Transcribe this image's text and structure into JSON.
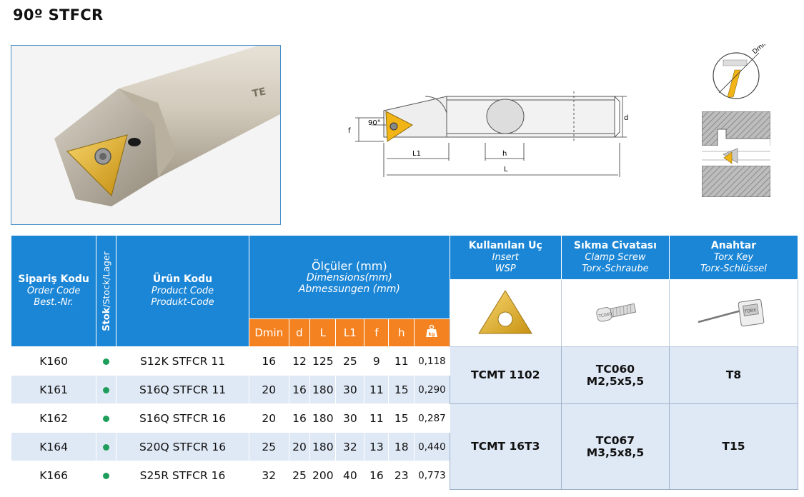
{
  "title": "90º STFCR",
  "photo": {
    "brand_text": "TE"
  },
  "diagram": {
    "labels": {
      "f": "f",
      "angle": "90°",
      "L1": "L1",
      "h": "h",
      "L": "L",
      "d": "d",
      "dmin": "Dmin"
    }
  },
  "table": {
    "headers": {
      "order": {
        "tr": "Sipariş Kodu",
        "en": "Order Code",
        "de": "Best.-Nr."
      },
      "stock": {
        "tr": "Stok",
        "rest": "/Stock/Lager"
      },
      "product": {
        "tr": "Ürün Kodu",
        "en": "Product Code",
        "de": "Produkt-Code"
      },
      "dims": {
        "tr": "Ölçüler (mm)",
        "en": "Dimensions(mm)",
        "de": "Abmessungen (mm)"
      },
      "insert": {
        "tr": "Kullanılan Uç",
        "en": "Insert",
        "de": "WSP"
      },
      "screw": {
        "tr": "Sıkma Civatası",
        "en": "Clamp Screw",
        "de": "Torx-Schraube"
      },
      "key": {
        "tr": "Anahtar",
        "en": "Torx Key",
        "de": "Torx-Schlüssel"
      },
      "dim_cols": [
        "Dmin",
        "d",
        "L",
        "L1",
        "f",
        "h"
      ],
      "weight_icon": "kg-weight-icon"
    },
    "rows": [
      {
        "order": "K160",
        "product": "S12K STFCR 11",
        "dmin": "16",
        "d": "12",
        "L": "125",
        "L1": "25",
        "f": "9",
        "h": "11",
        "kg": "0,118"
      },
      {
        "order": "K161",
        "product": "S16Q STFCR 11",
        "dmin": "20",
        "d": "16",
        "L": "180",
        "L1": "30",
        "f": "11",
        "h": "15",
        "kg": "0,290"
      },
      {
        "order": "K162",
        "product": "S16Q STFCR 16",
        "dmin": "20",
        "d": "16",
        "L": "180",
        "L1": "30",
        "f": "11",
        "h": "15",
        "kg": "0,287"
      },
      {
        "order": "K164",
        "product": "S20Q STFCR 16",
        "dmin": "25",
        "d": "20",
        "L": "180",
        "L1": "32",
        "f": "13",
        "h": "18",
        "kg": "0,440"
      },
      {
        "order": "K166",
        "product": "S25R STFCR 16",
        "dmin": "32",
        "d": "25",
        "L": "200",
        "L1": "40",
        "f": "16",
        "h": "23",
        "kg": "0,773"
      }
    ],
    "groups": [
      {
        "insert": "TCMT 1102",
        "screw_1": "TC060",
        "screw_2": "M2,5x5,5",
        "key": "T8"
      },
      {
        "insert": "TCMT 16T3",
        "screw_1": "TC067",
        "screw_2": "M3,5x8,5",
        "key": "T15"
      }
    ],
    "screw_img_text": "TC060",
    "key_img_text": "TORX",
    "colors": {
      "header_blue": "#1c86d6",
      "dim_orange": "#f58220",
      "row_blue": "#dfe8f5",
      "stock_green": "#1e9e5a"
    }
  }
}
